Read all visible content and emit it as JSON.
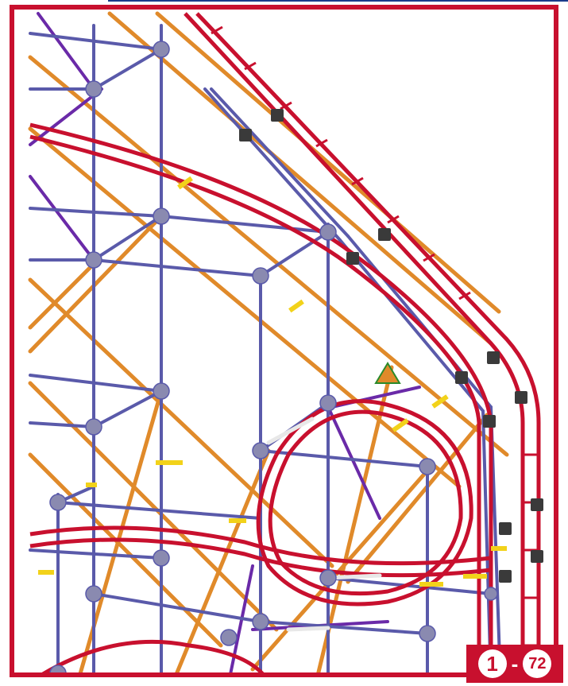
{
  "page": {
    "chapter_number": "1",
    "separator": "-",
    "page_number": "72"
  },
  "colors": {
    "frame_red": "#c8102e",
    "rod_blue": "#5a5aaa",
    "rod_purple": "#6a2aa8",
    "rod_orange": "#e08a2a",
    "track_red": "#c8102e",
    "connector_gray": "#8a8ab0",
    "clip_yellow": "#f2d21a",
    "block_dark": "#3a3a3a"
  },
  "illustration": {
    "subject": "coaster-structure-building-step",
    "icons": [
      "connector-hub-icon",
      "track-tie-icon",
      "clip-icon"
    ]
  }
}
